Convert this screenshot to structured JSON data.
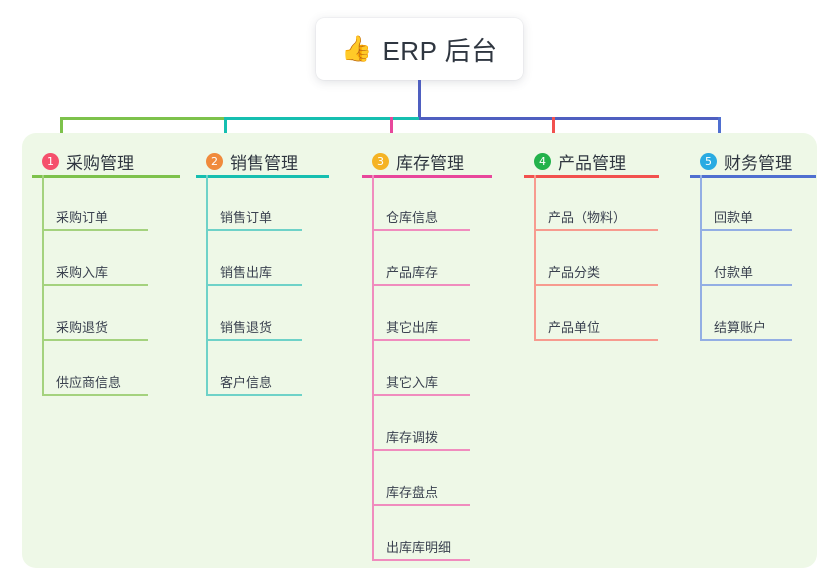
{
  "root": {
    "emoji": "👍",
    "emoji_name": "thumbs-up-icon",
    "title": "ERP 后台"
  },
  "palette": {
    "panel_bg": "#eef8e7",
    "page_bg": "#ffffff",
    "text": "#2f3640",
    "root_stem": "#4f5fc0"
  },
  "connector": {
    "segments": [
      {
        "name": "segment-green",
        "color": "#7dc24b"
      },
      {
        "name": "segment-teal",
        "color": "#16bfb0"
      },
      {
        "name": "segment-blue",
        "color": "#4f5fc0"
      }
    ]
  },
  "columns": [
    {
      "index": "1",
      "title": "采购管理",
      "badge_color": "#f5506c",
      "line_color": "#7dc24b",
      "leaf_color": "#a4d27e",
      "drop_color": "#7dc24b",
      "items": [
        "采购订单",
        "采购入库",
        "采购退货",
        "供应商信息"
      ]
    },
    {
      "index": "2",
      "title": "销售管理",
      "badge_color": "#f08a3c",
      "line_color": "#16bfb0",
      "leaf_color": "#6ed2c8",
      "drop_color": "#16bfb0",
      "items": [
        "销售订单",
        "销售出库",
        "销售退货",
        "客户信息"
      ]
    },
    {
      "index": "3",
      "title": "库存管理",
      "badge_color": "#f5b324",
      "line_color": "#e8479b",
      "leaf_color": "#f08cbe",
      "drop_color": "#e8479b",
      "items": [
        "仓库信息",
        "产品库存",
        "其它出库",
        "其它入库",
        "库存调拨",
        "库存盘点",
        "出库库明细"
      ]
    },
    {
      "index": "4",
      "title": "产品管理",
      "badge_color": "#23b24b",
      "line_color": "#f2514e",
      "leaf_color": "#f79b8f",
      "drop_color": "#f2514e",
      "items": [
        "产品（物料）",
        "产品分类",
        "产品单位"
      ]
    },
    {
      "index": "5",
      "title": "财务管理",
      "badge_color": "#29abe2",
      "line_color": "#4f6fd0",
      "leaf_color": "#93aee4",
      "drop_color": "#4f6fd0",
      "items": [
        "回款单",
        "付款单",
        "结算账户"
      ]
    }
  ]
}
